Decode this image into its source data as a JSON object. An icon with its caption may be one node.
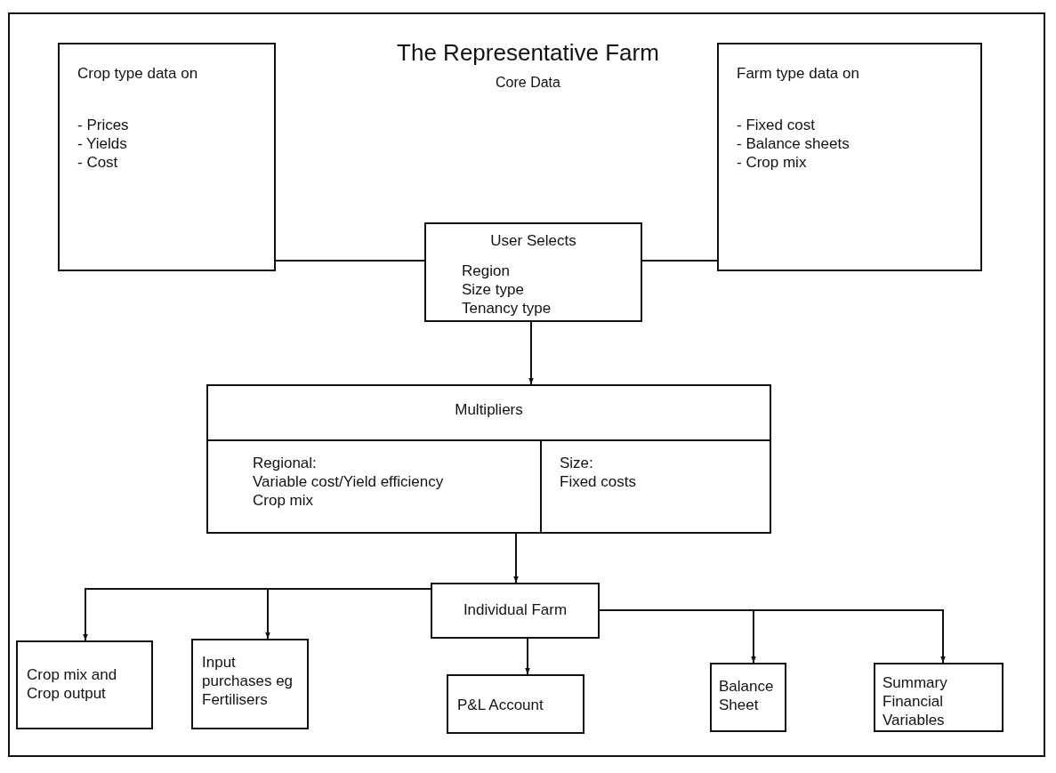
{
  "diagram": {
    "title": "The Representative Farm",
    "nodes": [
      {
        "text": [
          "Crop type data on",
          "- Prices",
          "- Yields",
          "- Cost"
        ]
      },
      {
        "text": [
          "User Selects",
          "Region",
          "Size type",
          "Tenancy type"
        ]
      },
      {
        "text": [
          "Farm type data on",
          "- Fixed cost",
          "- Balance sheets",
          "- Crop mix"
        ]
      },
      {
        "text": [
          "Multipliers"
        ]
      },
      {
        "text": [
          "Regional:",
          "Variable cost/Yield efficiency",
          "Crop mix"
        ],
        "in": 3
      },
      {
        "text": [
          "Size:",
          "Fixed costs"
        ],
        "in": 3
      },
      {
        "text": [
          "Individual Farm"
        ]
      },
      {
        "text": [
          "Crop mix and Crop output"
        ]
      },
      {
        "text": [
          "Input purchases eg Fertilisers"
        ]
      },
      {
        "text": [
          "P&L Account"
        ]
      },
      {
        "text": [
          "Balance Sheet"
        ]
      },
      {
        "text": [
          "Summary Financial Variables"
        ]
      }
    ],
    "edges": [
      {
        "from": 0,
        "to": 1,
        "arrow": "none"
      },
      {
        "from": 1,
        "to": 2,
        "arrow": "none"
      },
      {
        "from": 1,
        "to": 3,
        "arrow": "to"
      },
      {
        "from": 3,
        "to": 6,
        "arrow": "to"
      },
      {
        "from": 6,
        "to": 7,
        "arrow": "to"
      },
      {
        "from": 6,
        "to": 8,
        "arrow": "to"
      },
      {
        "from": 6,
        "to": 9,
        "arrow": "to"
      },
      {
        "from": 6,
        "to": 10,
        "arrow": "to"
      },
      {
        "from": 6,
        "to": 11,
        "arrow": "to"
      }
    ],
    "labels": [
      "Core Data"
    ]
  }
}
